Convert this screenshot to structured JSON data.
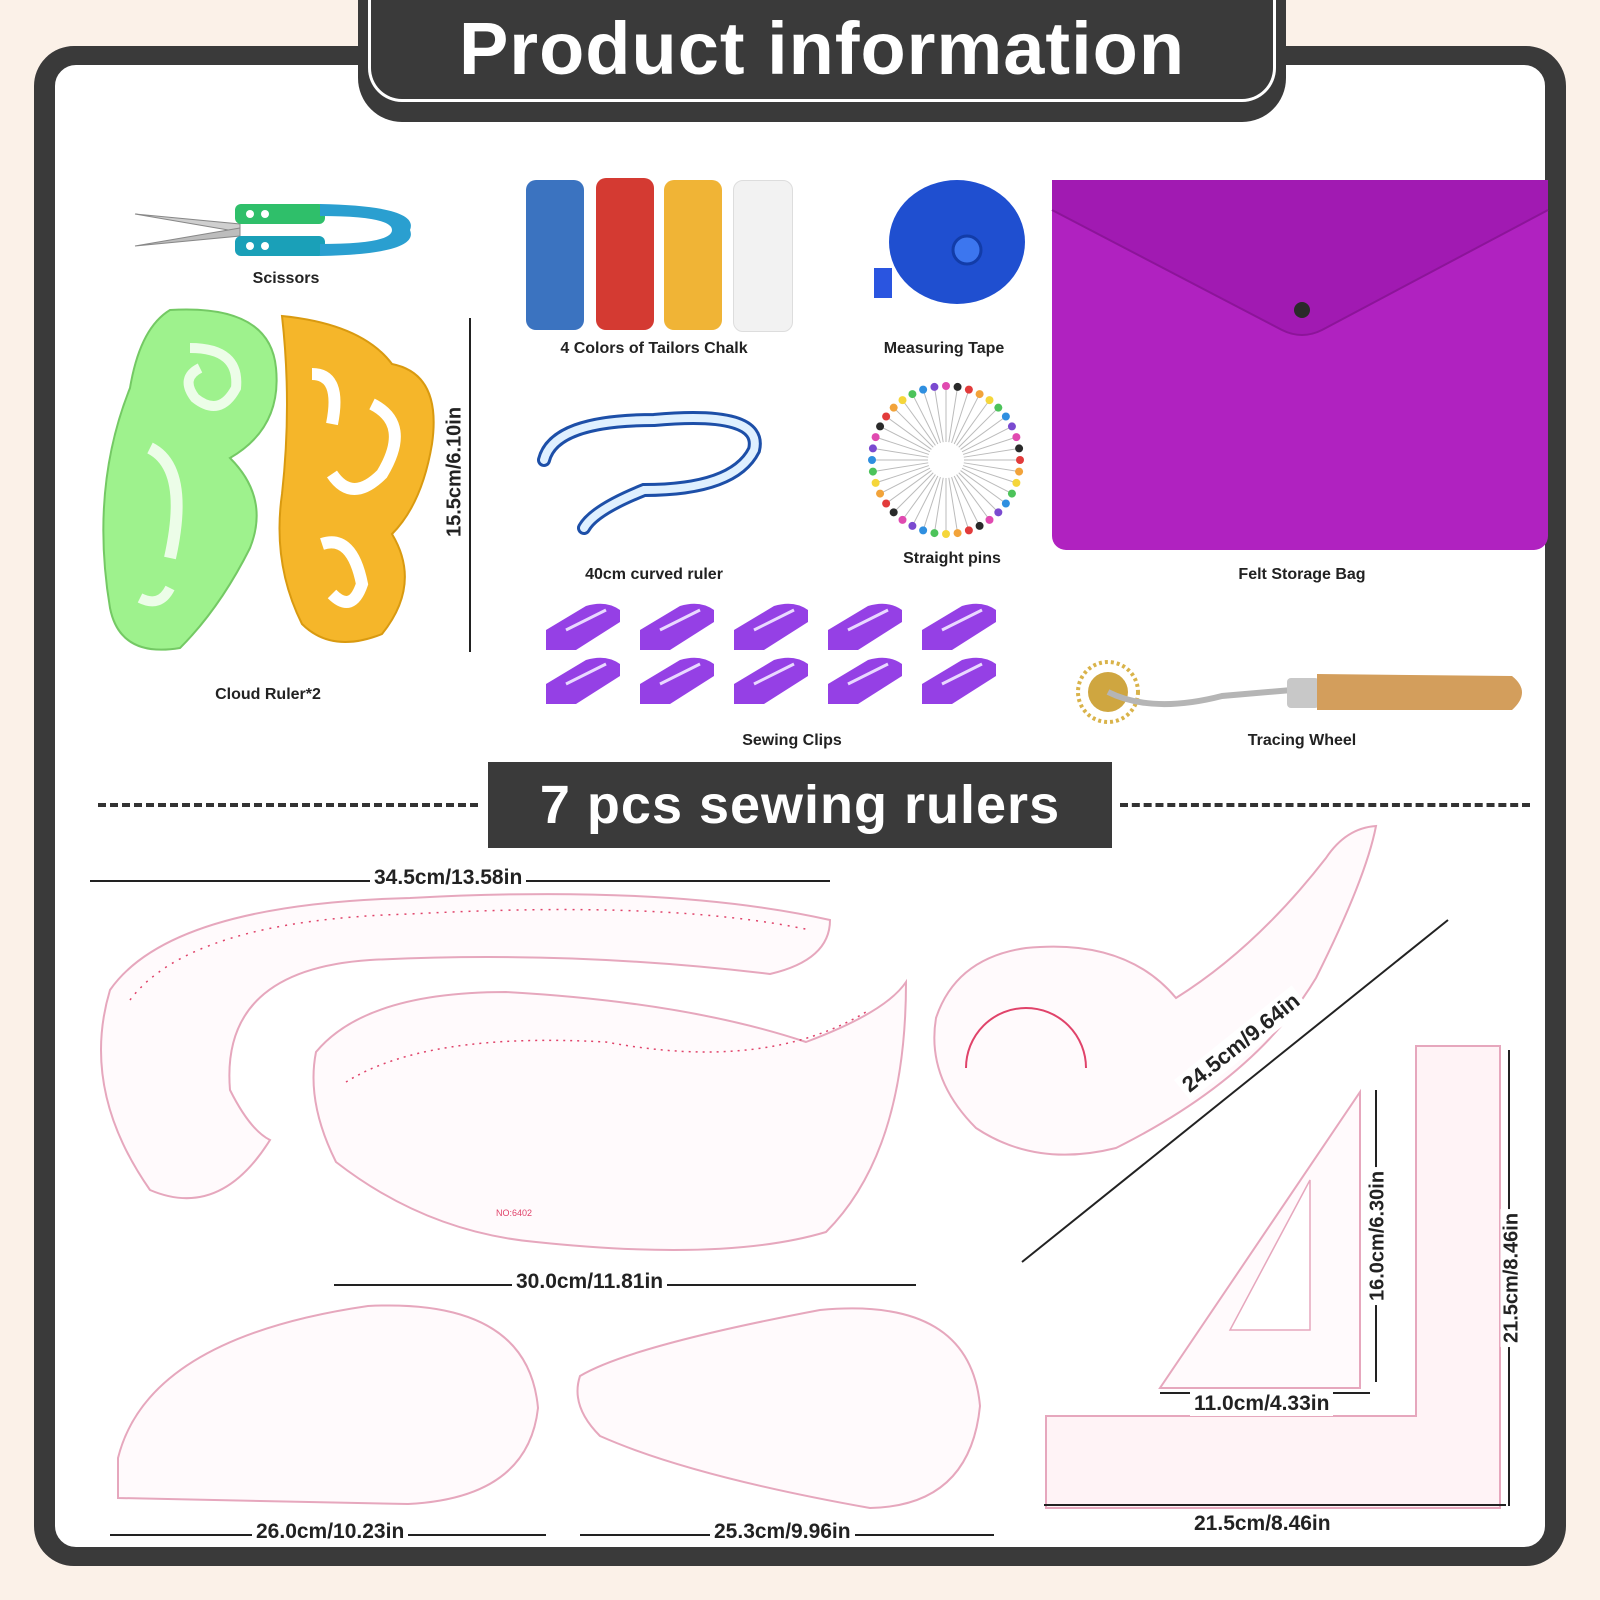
{
  "header": {
    "title": "Product information"
  },
  "items": {
    "scissors": "Scissors",
    "cloud_ruler": "Cloud Ruler*2",
    "cloud_height": "15.5cm/6.10in",
    "chalk": "4 Colors of Tailors Chalk",
    "curved_ruler": "40cm curved ruler",
    "measuring_tape": "Measuring Tape",
    "straight_pins": "Straight pins",
    "felt_bag": "Felt Storage Bag",
    "sewing_clips": "Sewing Clips",
    "tracing_wheel": "Tracing Wheel"
  },
  "section": {
    "title": "7 pcs sewing rulers"
  },
  "rulers": {
    "d1": "34.5cm/13.58in",
    "d2": "30.0cm/11.81in",
    "d3": "24.5cm/9.64in",
    "d4": "16.0cm/6.30in",
    "d5": "11.0cm/4.33in",
    "d6": "21.5cm/8.46in",
    "d7": "21.5cm/8.46in",
    "d8": "26.0cm/10.23in",
    "d9": "25.3cm/9.96in",
    "model_6402": "NO:6402"
  },
  "colors": {
    "frame": "#3a3a3a",
    "chalk": [
      "#3b73c0",
      "#d43a32",
      "#f0b436",
      "#f2f2f2"
    ],
    "bag": "#b022c0",
    "clip": "#8a2be2",
    "tape": "#1f4fd0",
    "ruler_line": "#e0436a"
  }
}
